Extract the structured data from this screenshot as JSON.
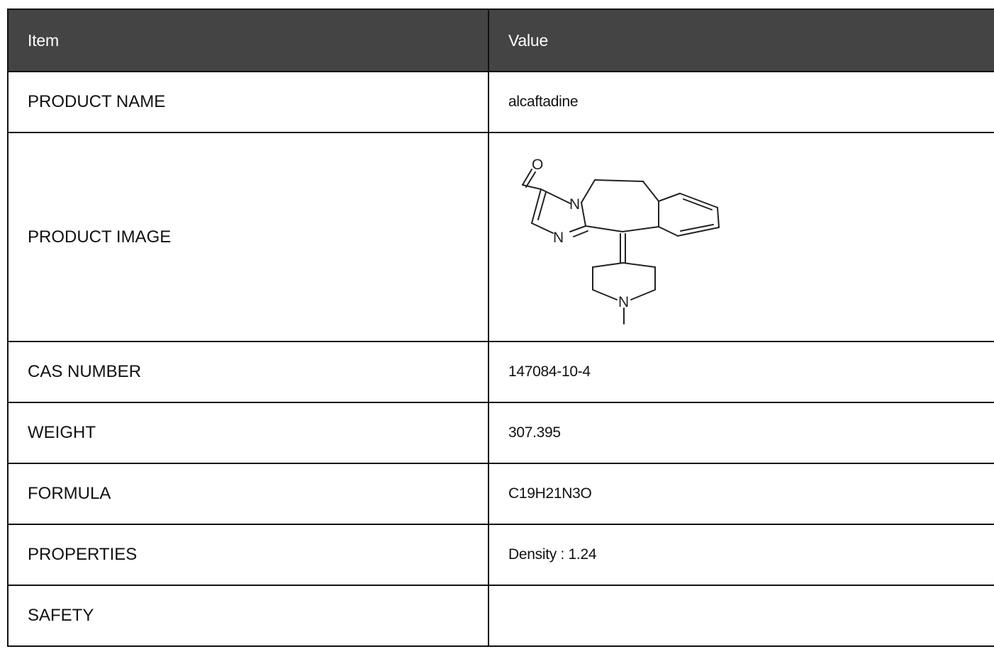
{
  "table": {
    "headers": {
      "item": "Item",
      "value": "Value"
    },
    "rows": {
      "product_name": {
        "label": "PRODUCT NAME",
        "value": "alcaftadine"
      },
      "product_image": {
        "label": "PRODUCT IMAGE"
      },
      "cas_number": {
        "label": "CAS NUMBER",
        "value": "147084-10-4"
      },
      "weight": {
        "label": "WEIGHT",
        "value": "307.395"
      },
      "formula": {
        "label": "FORMULA",
        "value": "C19H21N3O"
      },
      "properties": {
        "label": "PROPERTIES",
        "value": "Density : 1.24"
      },
      "safety": {
        "label": "SAFETY",
        "value": ""
      }
    }
  },
  "structure": {
    "atom_labels": {
      "oxygen": "O",
      "imidazole_n1": "N",
      "imidazole_n3": "N",
      "piperidine_n": "N"
    }
  }
}
